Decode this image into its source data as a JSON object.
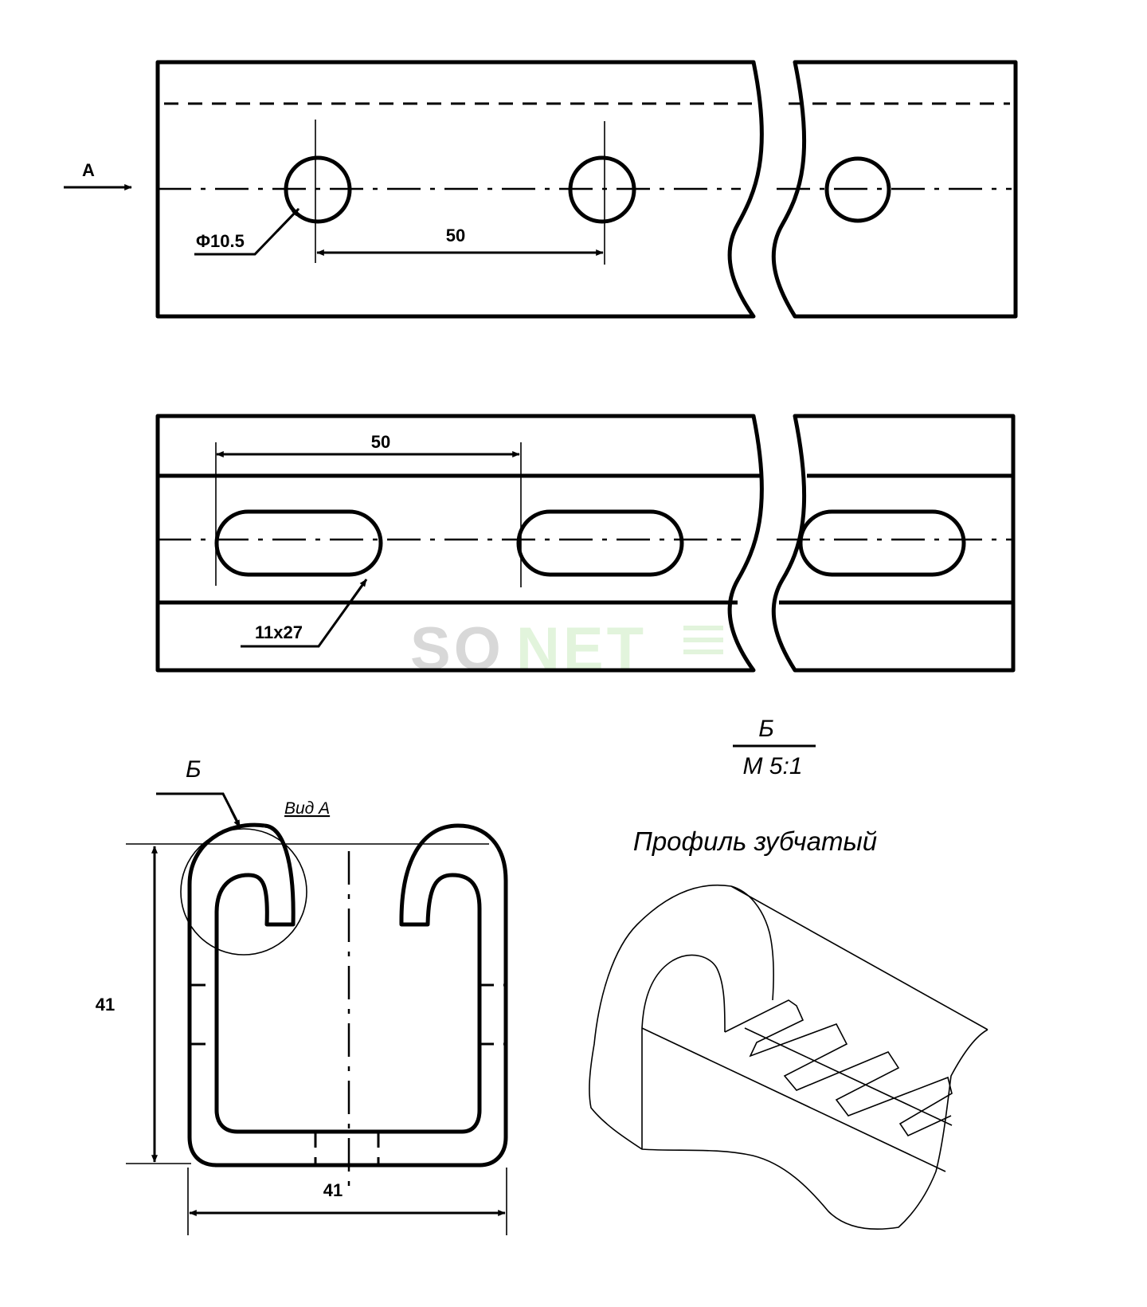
{
  "top_view": {
    "arrow_label": "А",
    "hole_label": "Φ10.5",
    "pitch_label": "50"
  },
  "bottom_view": {
    "pitch_label": "50",
    "slot_label": "11x27"
  },
  "watermark": {
    "text_gray": "SO",
    "text_green": "NET",
    "color_gray": "#d8d8d8",
    "color_green": "#e2f4dc"
  },
  "section_view": {
    "callout_label": "Б",
    "view_label": "Вид А",
    "height_label": "41",
    "width_label": "41"
  },
  "detail": {
    "section_letter": "Б",
    "scale": "М 5:1",
    "title": "Профиль зубчатый"
  }
}
